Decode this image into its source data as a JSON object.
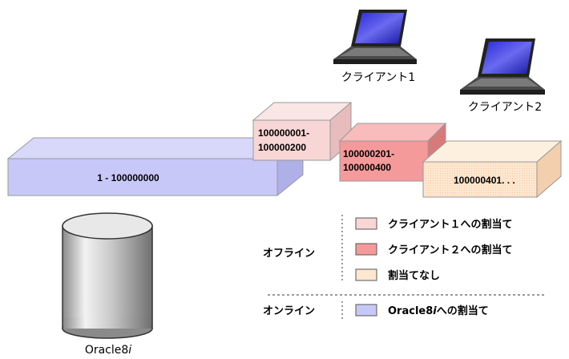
{
  "clients": [
    {
      "label": "クライアント1",
      "icon": "laptop-icon"
    },
    {
      "label": "クライアント2",
      "icon": "laptop-icon"
    }
  ],
  "ranges": {
    "oracle": {
      "line1": "1 - 100000000",
      "color": "#c8c8f8"
    },
    "client1": {
      "line1": "100000001-",
      "line2": "100000200",
      "color": "#f8d6d6"
    },
    "client2": {
      "line1": "100000201-",
      "line2": "100000400",
      "color": "#f59a9a"
    },
    "unassigned": {
      "line1": "100000401. . .",
      "color": "#fde7cf"
    }
  },
  "database": {
    "label_main": "Oracle8",
    "label_suffix": "i",
    "icon": "database-cylinder-icon"
  },
  "legend": {
    "offline_label": "オフライン",
    "online_label": "オンライン",
    "items": [
      {
        "text": "クライアント１への割当て",
        "color": "#f8d6d6"
      },
      {
        "text": "クライアント２への割当て",
        "color": "#f59a9a"
      },
      {
        "text": "割当てなし",
        "color": "#fde7cf"
      },
      {
        "text_main": "Oracle8",
        "text_suffix": "i",
        "text_rest": "への割当て",
        "color": "#c8c8f8"
      }
    ]
  }
}
